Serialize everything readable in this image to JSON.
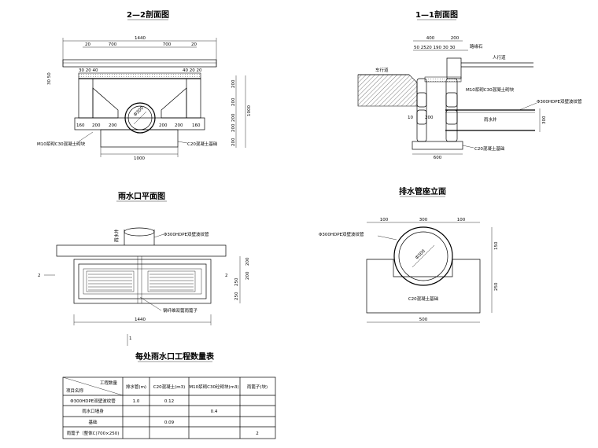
{
  "titles": {
    "section_2_2": "2—2剖面图",
    "section_1_1": "1—1剖面图",
    "plan": "雨水口平面图",
    "pipe_seat": "排水管座立面",
    "table": "每处雨水口工程数量表"
  },
  "section_2_2": {
    "dim_total": "1440",
    "dim_top": [
      "20",
      "700",
      "700",
      "20"
    ],
    "dim_inner_left": "30 20 40",
    "dim_inner_right": "40 20 20",
    "dim_left_side": "30 50",
    "dim_bottom_row": [
      "160",
      "200",
      "200",
      "200",
      "200",
      "160"
    ],
    "dim_base": "1000",
    "dim_right_stack": [
      "200",
      "200",
      "200",
      "200",
      "200"
    ],
    "dim_right_total": "1000",
    "pipe_label": "Φ300",
    "label_m10": "M10浆砌C30混凝土砌块",
    "label_c20": "C20混凝土基础"
  },
  "section_1_1": {
    "dim_top1": [
      "400",
      "200"
    ],
    "dim_top2": "50 2520 190 30 30",
    "label_curb": "路缘石",
    "label_road": "车行道",
    "label_sidewalk": "人行道",
    "label_m10": "M10浆砌C30混凝土砌块",
    "label_pipe": "Φ300HDPE双壁波纹管",
    "label_well": "雨水井",
    "dim_left": [
      "10",
      "200"
    ],
    "dim_right": "300",
    "dim_base": "600",
    "label_c20": "C20混凝土基础"
  },
  "plan": {
    "label_pipe_vertical": "雨水井",
    "label_pipe": "Φ300HDPE双壁波纹管",
    "label_grate": "钢纤维双篦雨篦子",
    "dim_total": "1440",
    "dim_right": [
      "200",
      "200",
      "250",
      "250"
    ],
    "section_mark_2": "2",
    "section_mark_1": "1"
  },
  "pipe_seat": {
    "dim_top": [
      "100",
      "300",
      "100"
    ],
    "pipe_label": "Φ300HDPE双壁波纹管",
    "circle_label": "Φ300",
    "dim_right": [
      "150",
      "250"
    ],
    "label_c20": "C20混凝土基础",
    "dim_base": "500"
  },
  "table": {
    "corner_top": "工程数量",
    "corner_bottom": "项目名称",
    "headers": [
      "排水管(m)",
      "C20混凝土(m3)",
      "M10浆砌C30砼砌块(m3)",
      "雨篦子(块)"
    ],
    "rows": [
      {
        "name": "Φ300HDPE双壁波纹管",
        "cells": [
          "1.0",
          "0.12",
          "",
          ""
        ]
      },
      {
        "name": "雨水口墙身",
        "cells": [
          "",
          "",
          "0.4",
          ""
        ]
      },
      {
        "name": "基础",
        "cells": [
          "",
          "0.09",
          "",
          ""
        ]
      },
      {
        "name": "雨篦子（整体C)700×250)",
        "cells": [
          "",
          "",
          "",
          "2"
        ]
      }
    ]
  }
}
